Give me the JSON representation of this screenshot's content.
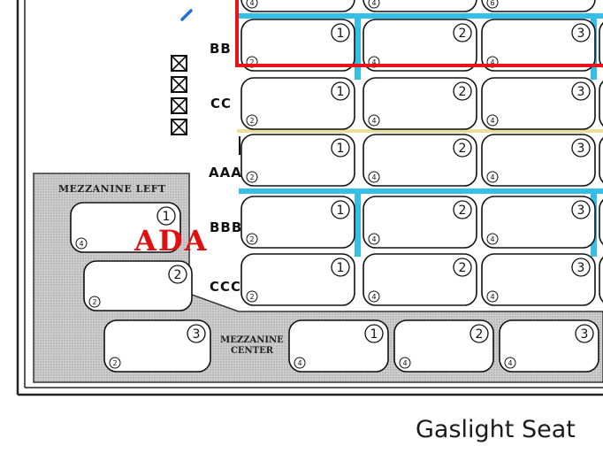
{
  "caption": "Gaslight Seat",
  "sections": {
    "mezzanine_left": "MEZZANINE LEFT",
    "mezzanine_center_1": "MEZZANINE",
    "mezzanine_center_2": "CENTER"
  },
  "ada_label": "ADA",
  "row_labels": {
    "bb": "BB",
    "cc": "CC",
    "aaa": "AAA",
    "bbb": "BBB",
    "ccc": "CCC"
  },
  "rows": [
    {
      "id": "bb",
      "tables": [
        {
          "num": "1",
          "cap": "2"
        },
        {
          "num": "2",
          "cap": "4"
        },
        {
          "num": "3",
          "cap": "4"
        }
      ]
    },
    {
      "id": "cc",
      "tables": [
        {
          "num": "1",
          "cap": "2"
        },
        {
          "num": "2",
          "cap": "4"
        },
        {
          "num": "3",
          "cap": "4"
        }
      ]
    },
    {
      "id": "aaa",
      "tables": [
        {
          "num": "1",
          "cap": "2"
        },
        {
          "num": "2",
          "cap": "4"
        },
        {
          "num": "3",
          "cap": "4"
        }
      ]
    },
    {
      "id": "bbb",
      "tables": [
        {
          "num": "1",
          "cap": "2"
        },
        {
          "num": "2",
          "cap": "4"
        },
        {
          "num": "3",
          "cap": "4"
        }
      ]
    },
    {
      "id": "ccc",
      "tables": [
        {
          "num": "1",
          "cap": "2"
        },
        {
          "num": "2",
          "cap": "4"
        },
        {
          "num": "3",
          "cap": "4"
        }
      ]
    }
  ],
  "top_partial_caps": [
    "4",
    "4",
    "6"
  ],
  "mezzanine_left_tables": [
    {
      "num": "1",
      "cap": "4"
    },
    {
      "num": "2",
      "cap": "2"
    },
    {
      "num": "3",
      "cap": "2"
    }
  ],
  "mezzanine_center_tables": [
    {
      "num": "1",
      "cap": "4"
    },
    {
      "num": "2",
      "cap": "4"
    },
    {
      "num": "3",
      "cap": "4"
    }
  ],
  "colors": {
    "highlight_red": "#e8141c",
    "aisle_blue": "#35bfe8",
    "divider_gold": "#e9df9a",
    "ada_red": "#e01010",
    "mezz_fill": "#c9c9c9"
  }
}
